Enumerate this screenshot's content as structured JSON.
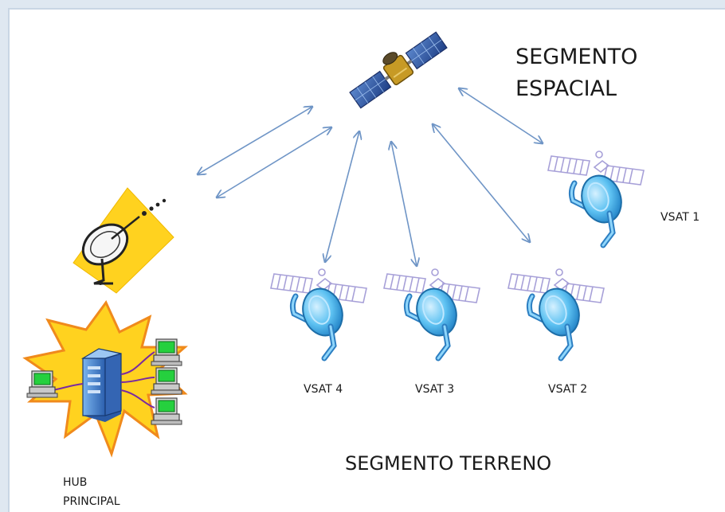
{
  "diagram": {
    "labels": {
      "space_segment_line1": "SEGMENTO",
      "space_segment_line2": "ESPACIAL",
      "ground_segment": "SEGMENTO TERRENO",
      "hub_line1": "HUB",
      "hub_line2": "PRINCIPAL",
      "vsat1": "VSAT 1",
      "vsat2": "VSAT 2",
      "vsat3": "VSAT 3",
      "vsat4": "VSAT 4"
    },
    "icons": [
      "satellite-icon",
      "hub-antenna-icon",
      "hub-server-icon",
      "computer-icon",
      "vsat-dish-icon",
      "double-arrow"
    ],
    "colors": {
      "arrow": "#6f95c6",
      "hub_burst": "#ffd21f",
      "antenna_beam": "#ffd21f",
      "vsat_dish": "#4fb5ea",
      "server": "#3d7fc9",
      "solar_panel": "#3a63a8",
      "satellite_body": "#c79a25",
      "ghost_satellite": "#a7a0d8"
    }
  }
}
